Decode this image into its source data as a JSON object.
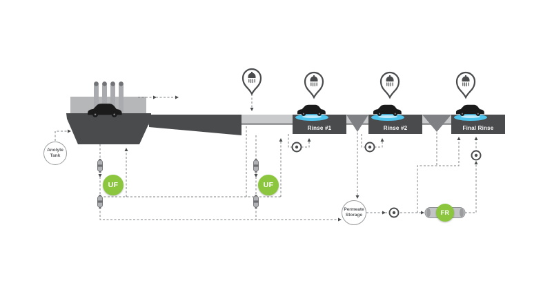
{
  "colors": {
    "green": "#8CC63F",
    "dark_grey": "#4A4B4D",
    "mid_grey": "#7E8083",
    "light_grey": "#C8CACC",
    "water_blue": "#4FC4ED",
    "line_grey": "#7E8083",
    "text_grey": "#57585B"
  },
  "diagram": {
    "tanks": {
      "anolyte": {
        "label": "Anolyte Tank"
      },
      "permeate": {
        "label": "Permeate Storage"
      }
    },
    "filters": {
      "uf1": {
        "label": "UF"
      },
      "uf2": {
        "label": "UF"
      },
      "fr": {
        "label": "FR"
      }
    },
    "stations": [
      {
        "label": "Rinse #1"
      },
      {
        "label": "Rinse #2"
      },
      {
        "label": "Final Rinse"
      }
    ],
    "icons": {
      "pins": [
        "shower-icon",
        "shower-icon",
        "shower-icon",
        "shower-icon"
      ],
      "cars": "car-icon x4",
      "pumps": "pump-icon x4",
      "cartridges": "filter-cartridge-icon x4"
    }
  }
}
